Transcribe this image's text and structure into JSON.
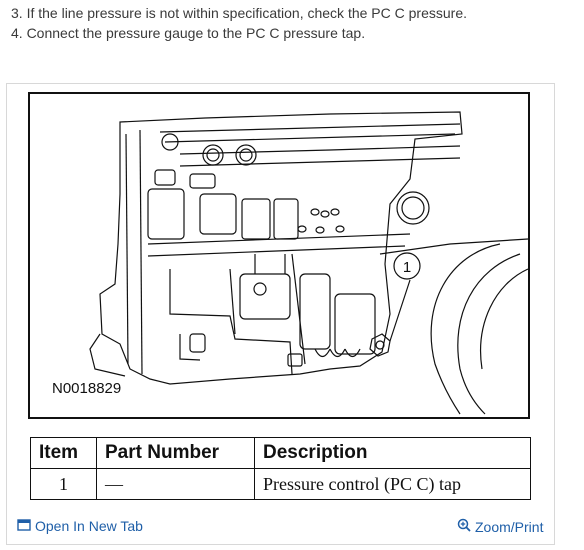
{
  "steps": {
    "step3": "3. If the line pressure is not within specification, check the PC C pressure.",
    "step4": "4. Connect the pressure gauge to the PC C pressure tap."
  },
  "figure": {
    "id": "N0018829",
    "callout": "1"
  },
  "legend": {
    "headers": {
      "item": "Item",
      "part_number": "Part Number",
      "description": "Description"
    },
    "rows": [
      {
        "item": "1",
        "part_number": "—",
        "description": "Pressure control (PC C) tap"
      }
    ]
  },
  "footer": {
    "open_new_tab": "Open In New Tab",
    "zoom_print": "Zoom/Print",
    "open_icon": "window-icon",
    "zoom_icon": "magnifier-plus-icon",
    "link_color": "#1f5fa8"
  }
}
